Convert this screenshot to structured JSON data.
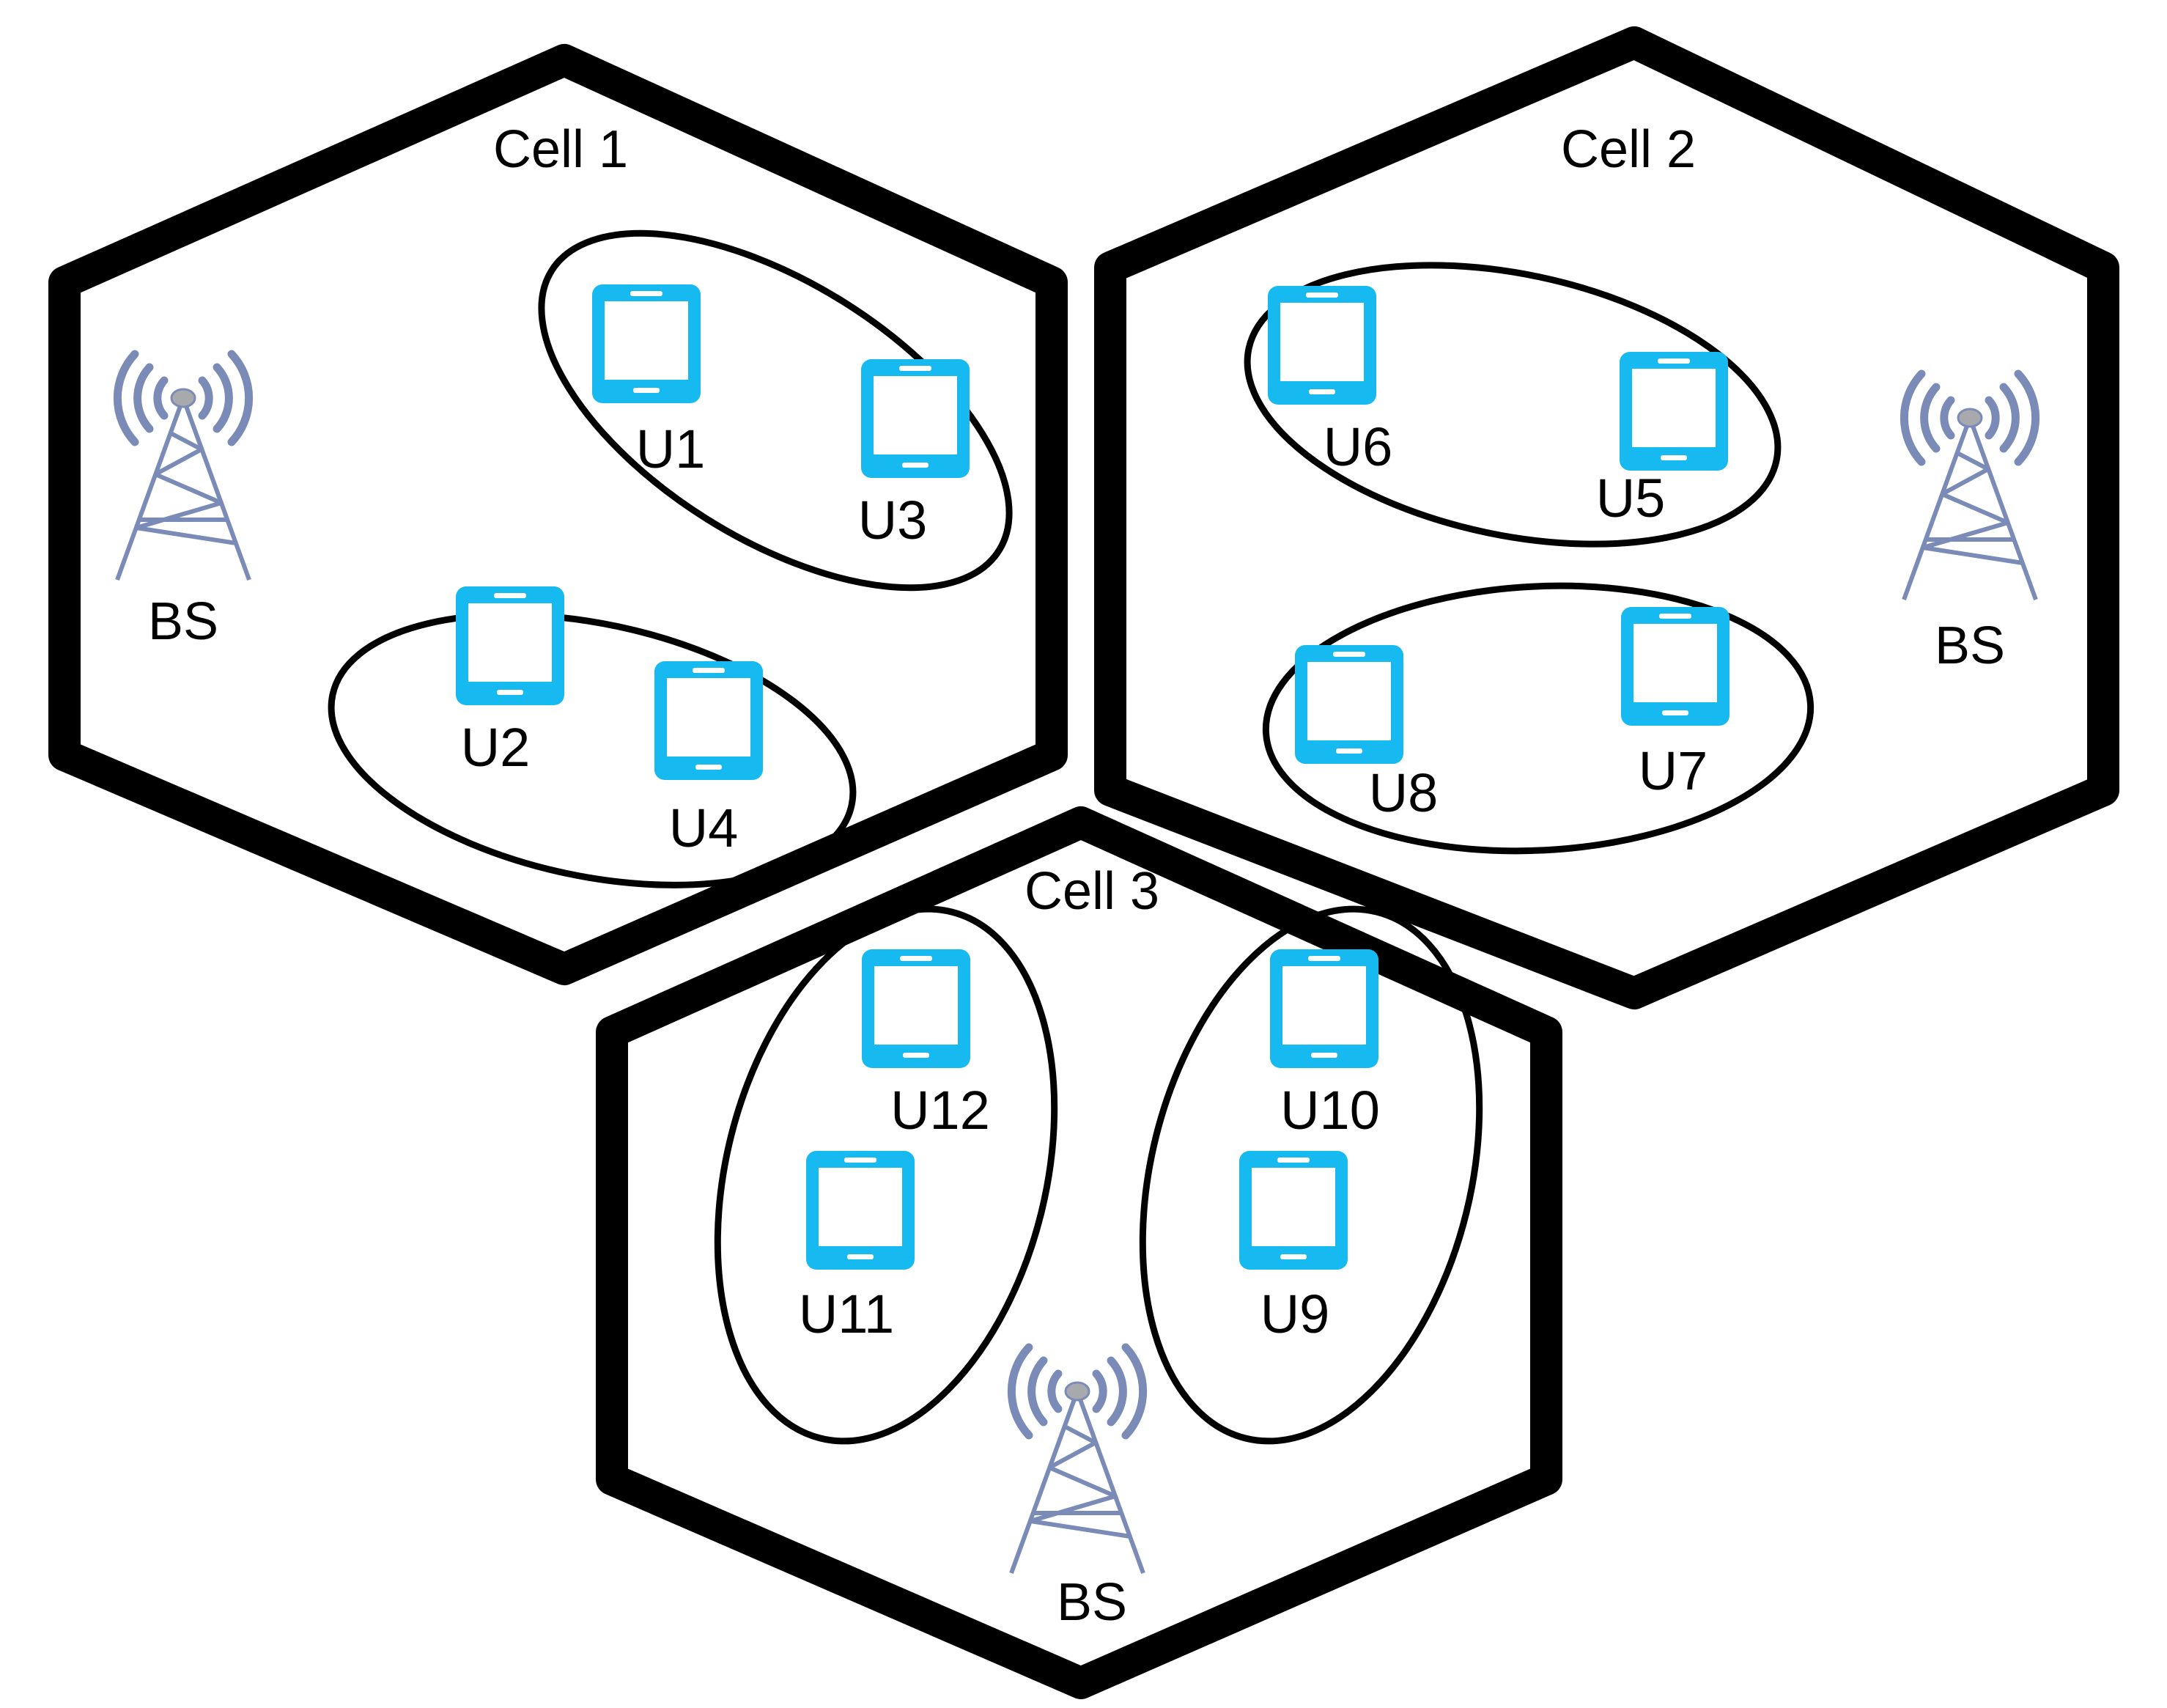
{
  "cells": [
    {
      "title": "Cell 1",
      "bs_label": "BS",
      "clusters": [
        {
          "users": [
            "U1",
            "U3"
          ]
        },
        {
          "users": [
            "U2",
            "U4"
          ]
        }
      ]
    },
    {
      "title": "Cell 2",
      "bs_label": "BS",
      "clusters": [
        {
          "users": [
            "U6",
            "U5"
          ]
        },
        {
          "users": [
            "U8",
            "U7"
          ]
        }
      ]
    },
    {
      "title": "Cell 3",
      "bs_label": "BS",
      "clusters": [
        {
          "users": [
            "U12",
            "U11"
          ]
        },
        {
          "users": [
            "U10",
            "U9"
          ]
        }
      ]
    }
  ],
  "colors": {
    "device": "#16b9f0",
    "tower": "#7b8bb8",
    "hexagon_border": "#000000"
  },
  "icons": {
    "device": "tablet-icon",
    "base_station": "cell-tower-icon"
  }
}
